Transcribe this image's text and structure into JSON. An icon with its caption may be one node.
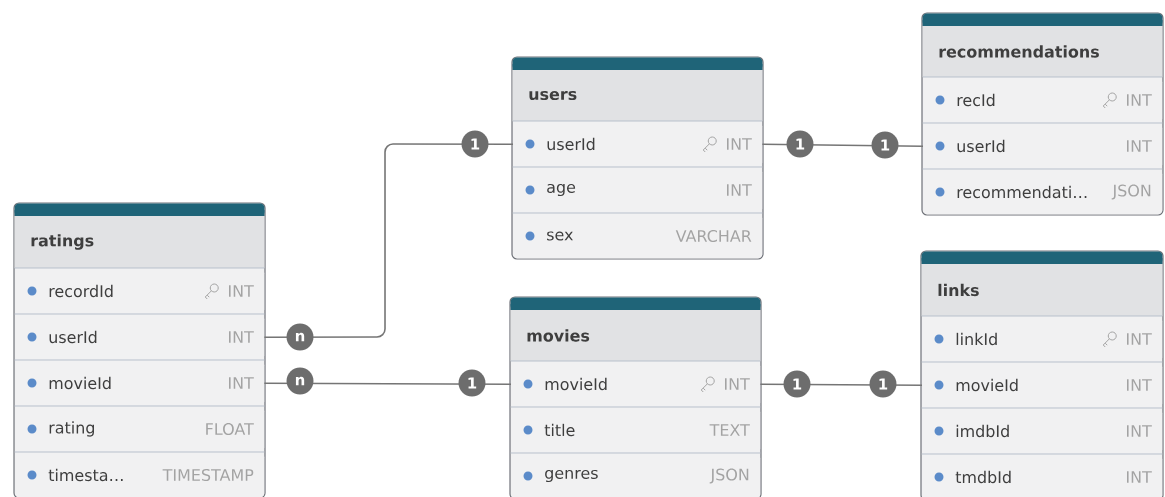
{
  "diagram": {
    "nodes": [
      {
        "text": [
          "users"
        ]
      },
      {
        "text": [
          "userId",
          "INT"
        ],
        "in": 0
      },
      {
        "text": [
          "age",
          "INT"
        ],
        "in": 0
      },
      {
        "text": [
          "sex",
          "VARCHAR"
        ],
        "in": 0
      },
      {
        "text": [
          "recommendations"
        ]
      },
      {
        "text": [
          "recId",
          "INT"
        ],
        "in": 4
      },
      {
        "text": [
          "userId",
          "INT"
        ],
        "in": 4
      },
      {
        "text": [
          "recommendati…",
          "JSON"
        ],
        "in": 4
      },
      {
        "text": [
          "ratings"
        ]
      },
      {
        "text": [
          "recordId",
          "INT"
        ],
        "in": 8
      },
      {
        "text": [
          "userId",
          "INT"
        ],
        "in": 8
      },
      {
        "text": [
          "movieId",
          "INT"
        ],
        "in": 8
      },
      {
        "text": [
          "rating",
          "FLOAT"
        ],
        "in": 8
      },
      {
        "text": [
          "timesta…",
          "TIMESTAMP"
        ],
        "in": 8
      },
      {
        "text": [
          "movies"
        ]
      },
      {
        "text": [
          "movieId",
          "INT"
        ],
        "in": 14
      },
      {
        "text": [
          "title",
          "TEXT"
        ],
        "in": 14
      },
      {
        "text": [
          "genres",
          "JSON"
        ],
        "in": 14
      },
      {
        "text": [
          "links"
        ]
      },
      {
        "text": [
          "linkId",
          "INT"
        ],
        "in": 18
      },
      {
        "text": [
          "movieId",
          "INT"
        ],
        "in": 18
      },
      {
        "text": [
          "imdbId",
          "INT"
        ],
        "in": 18
      },
      {
        "text": [
          "tmdbId",
          "INT"
        ],
        "in": 18
      }
    ],
    "edges": [
      {
        "from": 10,
        "to": 1,
        "arrow": "none"
      },
      {
        "from": 1,
        "to": 6,
        "arrow": "none"
      },
      {
        "from": 11,
        "to": 15,
        "arrow": "none"
      },
      {
        "from": 15,
        "to": 20,
        "arrow": "none"
      }
    ],
    "labels": [
      "1",
      "1",
      "1",
      "n",
      "n",
      "1",
      "1",
      "1"
    ]
  }
}
